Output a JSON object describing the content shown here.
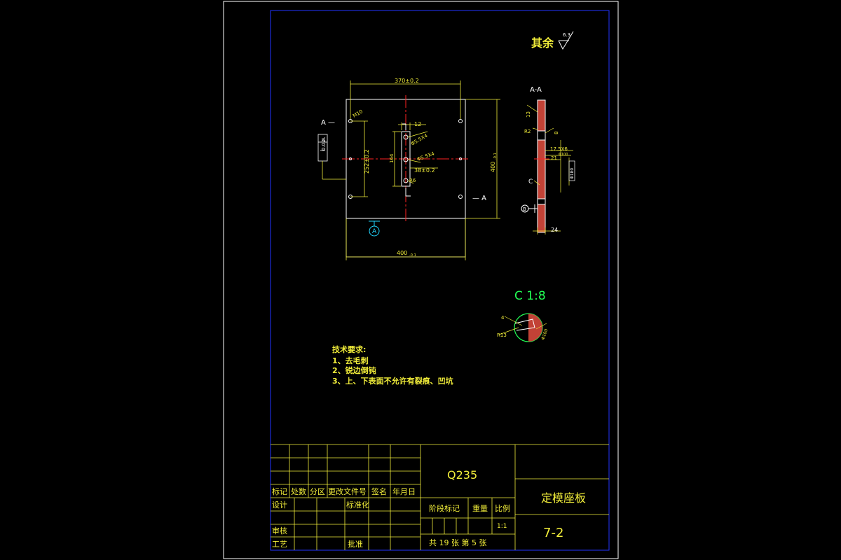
{
  "roughness_note": {
    "label": "其余",
    "value": "6.3"
  },
  "front_view": {
    "section_mark_left": "A —",
    "section_mark_right": "— A",
    "dim_top": "370±0.2",
    "dim_bottom": "400",
    "dim_bottom_tol": "-0.1",
    "dim_right": "400",
    "dim_right_tol": "-0.1",
    "dim_left": "252±0.2",
    "dim_slot_w": "12",
    "dim_slot_h": "164",
    "dim_slot_gap": "38±0.2",
    "dim_radius": "R6",
    "hole_m": "M10",
    "hole_callout_1": "Φ5.5X4",
    "hole_callout_2": "Φ5.5X4",
    "flatness_value": "0.02",
    "flatness_datum": "A",
    "datum_label": "A"
  },
  "section_view": {
    "title": "A-A",
    "dim_a": "13",
    "dim_b": "R2",
    "dim_c": "8",
    "dim_d": "17.5X6",
    "dim_e": "Φ100",
    "dim_f": "21",
    "dim_g": "Φ180",
    "detail_mark": "C",
    "datum": "B",
    "thickness": "24"
  },
  "detail_view": {
    "title": "C 1:8",
    "radius": "R13",
    "dim_a": "4",
    "dim_b": "Φ100"
  },
  "technical_requirements": {
    "title": "技术要求:",
    "items": [
      "1、去毛刺",
      "2、锐边倒钝",
      "3、上、下表面不允许有裂痕、凹坑"
    ]
  },
  "title_block": {
    "material": "Q235",
    "part_name": "定模座板",
    "drawing_number": "7-2",
    "scale": "1:1",
    "sheets": "共 19 张 第 5 张",
    "headers": {
      "mark": "标记",
      "count": "处数",
      "zone": "分区",
      "change_doc": "更改文件号",
      "signature": "签名",
      "date": "年月日",
      "design": "设计",
      "standardize": "标准化",
      "stage_mark": "阶段标记",
      "weight": "重量",
      "scale_label": "比例",
      "review": "审核",
      "process": "工艺",
      "approve": "批准"
    }
  }
}
